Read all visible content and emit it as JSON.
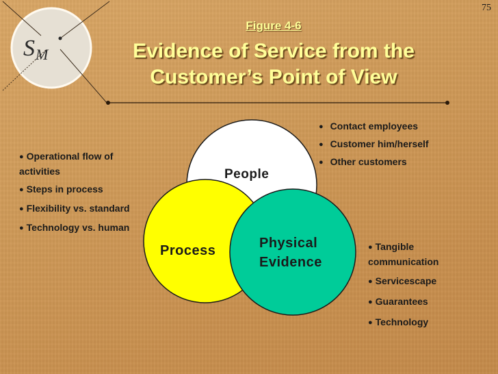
{
  "page_number": "75",
  "logo": {
    "letter_s": "S",
    "letter_m": "M"
  },
  "figure_label": "Figure 4-6",
  "title_lines": [
    "Evidence of Service from the",
    "Customer’s Point of View"
  ],
  "circles": {
    "people": "People",
    "process": "Process",
    "physical_evidence": [
      "Physical",
      "Evidence"
    ]
  },
  "people_bullets": [
    "Contact employees",
    "Customer him/herself",
    "Other customers"
  ],
  "process_bullets": [
    "Operational flow of activities",
    "Steps in process",
    "Flexibility vs. standard",
    "Technology vs. human"
  ],
  "evidence_bullets": [
    "Tangible communication",
    "Servicescape",
    "Guarantees",
    "Technology"
  ],
  "colors": {
    "title": "#ffff99",
    "people_fill": "#ffffff",
    "process_fill": "#ffff00",
    "evidence_fill": "#00cc99"
  }
}
